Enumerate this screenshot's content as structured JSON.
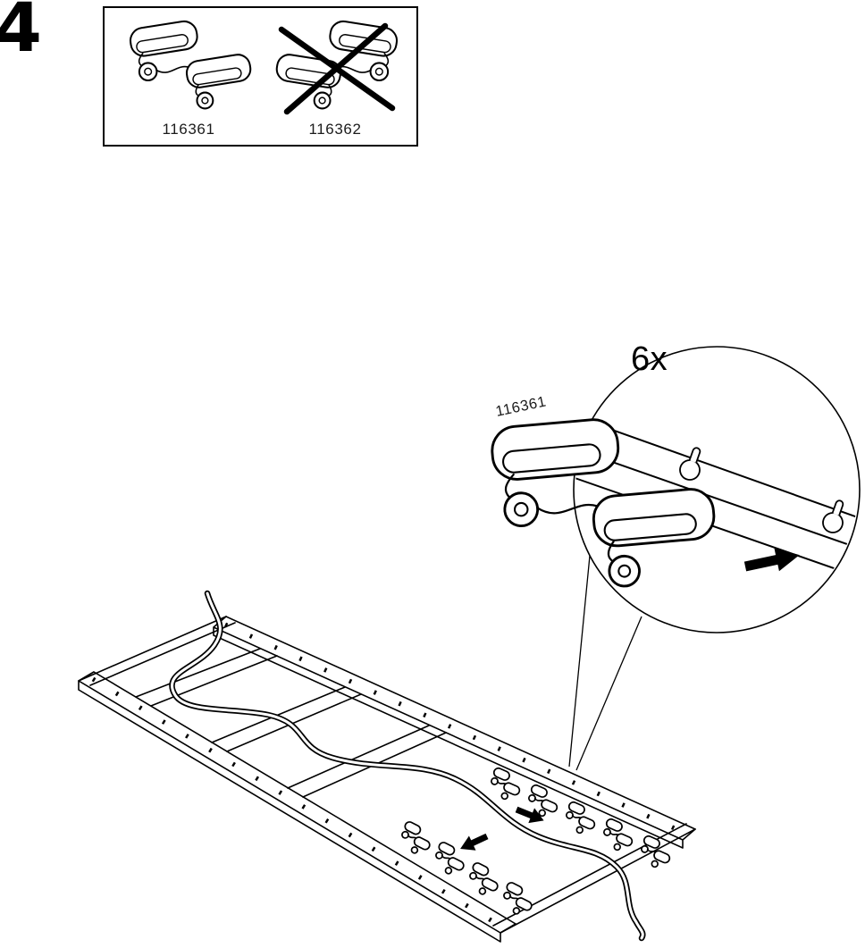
{
  "page": {
    "background_color": "#ffffff",
    "ink_color": "#000000",
    "step_number": "4"
  },
  "parts_panel": {
    "parts": [
      {
        "id": "116361",
        "crossed_out": false
      },
      {
        "id": "116362",
        "crossed_out": true
      }
    ]
  },
  "callout": {
    "quantity_label": "6x",
    "part_id": "116361"
  }
}
